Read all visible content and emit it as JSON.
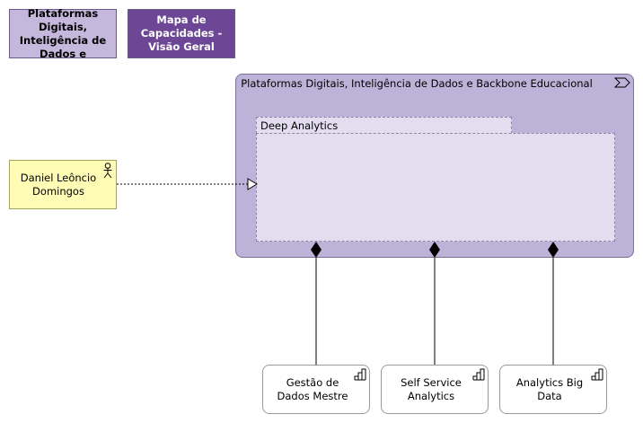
{
  "nav": {
    "box1": "Plataformas Digitais, Inteligência de Dados e",
    "box2": "Mapa de Capacidades - Visão Geral"
  },
  "container": {
    "title": "Plataformas Digitais, Inteligência de Dados e Backbone Educacional"
  },
  "group": {
    "label": "Deep Analytics"
  },
  "actor": {
    "name": "Daniel Leôncio Domingos"
  },
  "capabilities": [
    {
      "label": "Gestão de Dados Mestre"
    },
    {
      "label": "Self Service Analytics"
    },
    {
      "label": "Analytics Big Data"
    }
  ],
  "colors": {
    "nav_light": "#c5b8dc",
    "nav_dark": "#6d4696",
    "container": "#bdb3d8",
    "group": "#e2ddef",
    "actor": "#fffcb5"
  }
}
